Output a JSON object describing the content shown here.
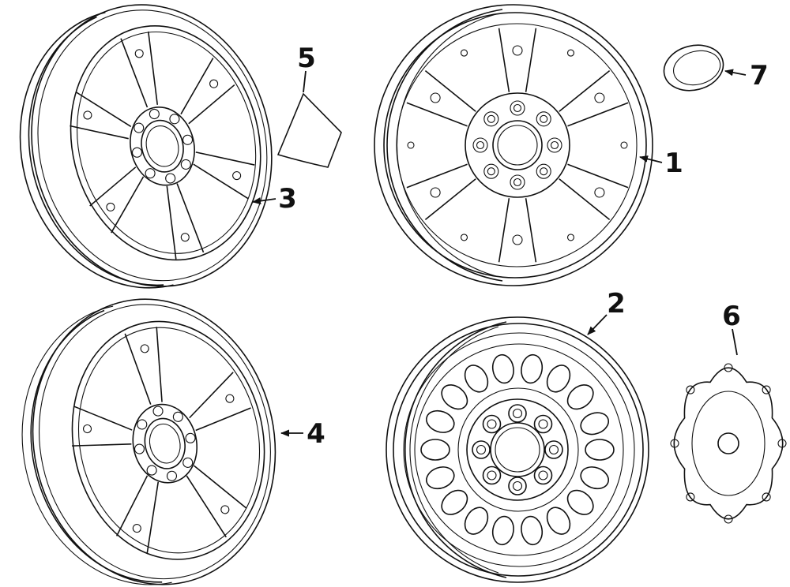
{
  "diagram": {
    "background_color": "#ffffff",
    "line_color": "#111111",
    "callouts": {
      "c1": {
        "label": "1"
      },
      "c2": {
        "label": "2"
      },
      "c3": {
        "label": "3"
      },
      "c4": {
        "label": "4"
      },
      "c5": {
        "label": "5"
      },
      "c6": {
        "label": "6"
      },
      "c7": {
        "label": "7"
      }
    }
  }
}
